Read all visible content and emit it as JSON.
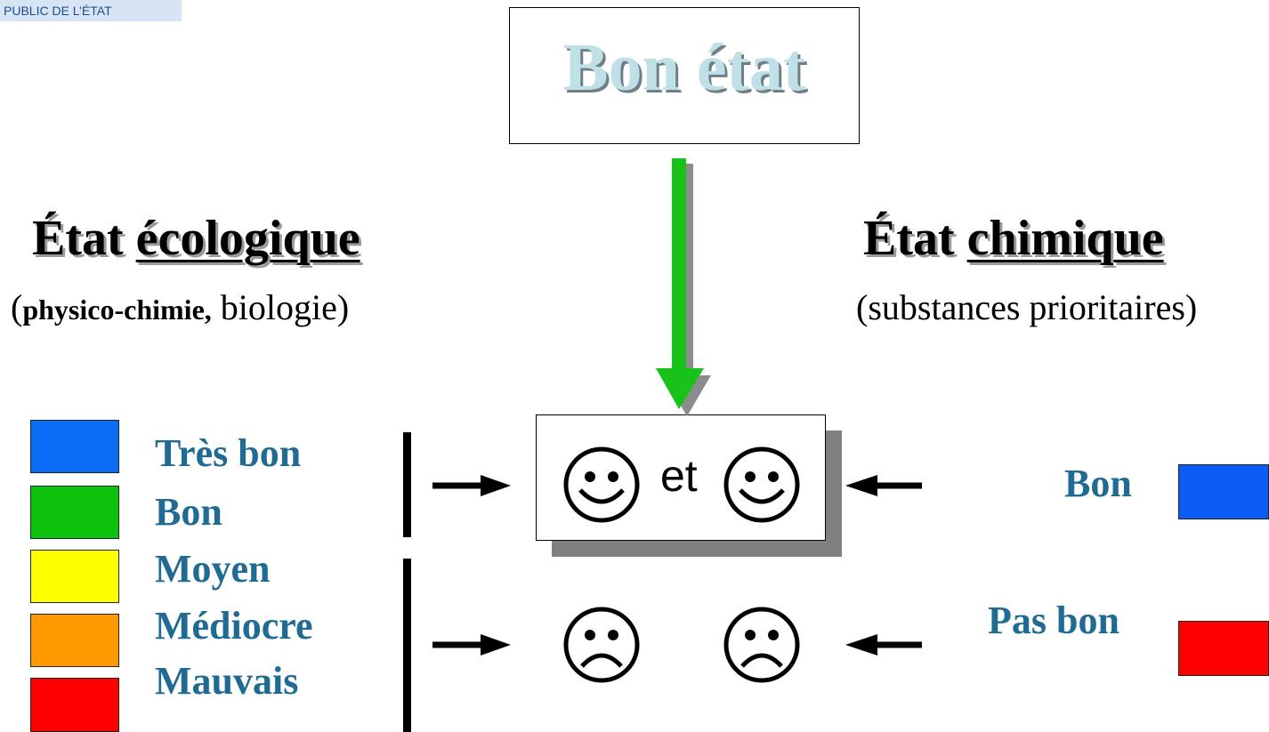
{
  "header_label": "PUBLIC DE L’ÉTAT",
  "title": "Bon état",
  "ecological": {
    "heading_prefix": "État",
    "heading_word": "écologique",
    "sub_open": "(",
    "sub_bold": "physico-chimie,",
    "sub_rest": " biologie)"
  },
  "chemical": {
    "heading_prefix": "État",
    "heading_word": "chimique",
    "sub": "(substances prioritaires)"
  },
  "ecological_classes": [
    {
      "label": "Très bon",
      "color": "#0b6cf5"
    },
    {
      "label": "Bon",
      "color": "#0cc20c"
    },
    {
      "label": "Moyen",
      "color": "#ffff00"
    },
    {
      "label": "Médiocre",
      "color": "#ff9900"
    },
    {
      "label": "Mauvais",
      "color": "#ff0000"
    }
  ],
  "chemical_classes": [
    {
      "label": "Bon",
      "color": "#0b5cf5"
    },
    {
      "label": "Pas bon",
      "color": "#ff0000"
    }
  ],
  "outcome": {
    "conjunction": "et",
    "good_icon": "smiley-face-icon",
    "bad_icon": "frowning-face-icon"
  },
  "colors": {
    "arrow_green": "#19c219",
    "arrow_shadow": "#8c8c8c",
    "label_blue": "#1f6b94",
    "title_fill": "#bfe0e6"
  }
}
